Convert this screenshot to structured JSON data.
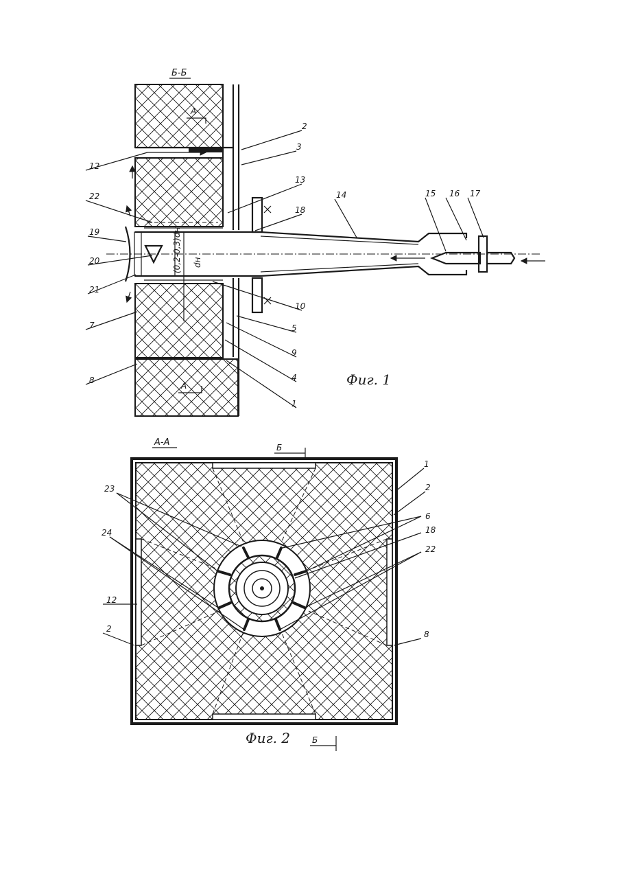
{
  "fig1": {
    "section_label": "Б-Б",
    "caption": "Фиг. 1",
    "dim_inner": "(0,2-0,3)dн",
    "dim_outer": "dн",
    "cut_mark": "А",
    "cut_mark_bottom": "А",
    "callouts": {
      "c2": "2",
      "c3": "3",
      "c12": "12",
      "c13": "13",
      "c14": "14",
      "c15": "15",
      "c16": "16",
      "c17": "17",
      "c18": "18",
      "c22": "22",
      "c19": "19",
      "c20": "20",
      "c21": "21",
      "c10": "10",
      "c7": "7",
      "c5": "5",
      "c9": "9",
      "c8": "8",
      "c4": "4",
      "c1": "1"
    }
  },
  "fig2": {
    "section_label": "А-А",
    "caption": "Фиг. 2",
    "cut_mark_top": "Б",
    "cut_mark_bottom": "Б",
    "callouts": {
      "c1": "1",
      "c2a": "2",
      "c23": "23",
      "c6": "6",
      "c18": "18",
      "c24": "24",
      "c22": "22",
      "c12": "12",
      "c2b": "2",
      "c8": "8"
    }
  },
  "colors": {
    "ink": "#1a1a1a",
    "paper": "#ffffff"
  }
}
